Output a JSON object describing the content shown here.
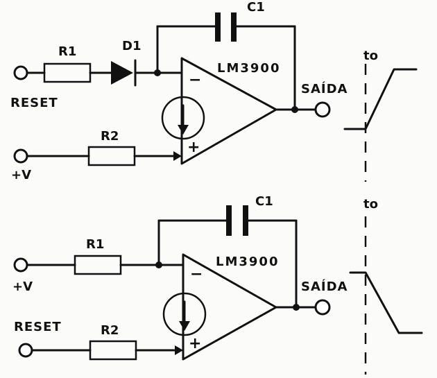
{
  "top": {
    "resistor_1": "R1",
    "diode": "D1",
    "capacitor": "C1",
    "opamp": "LM3900",
    "minus": "−",
    "plus": "+",
    "input_1": "RESET",
    "resistor_2": "R2",
    "input_2": "+V",
    "output": "SAÍDA",
    "time_marker": "to"
  },
  "bottom": {
    "resistor_1": "R1",
    "capacitor": "C1",
    "opamp": "LM3900",
    "minus": "−",
    "plus": "+",
    "input_1": "+V",
    "resistor_2": "R2",
    "input_2": "RESET",
    "output": "SAÍDA",
    "time_marker": "to"
  }
}
